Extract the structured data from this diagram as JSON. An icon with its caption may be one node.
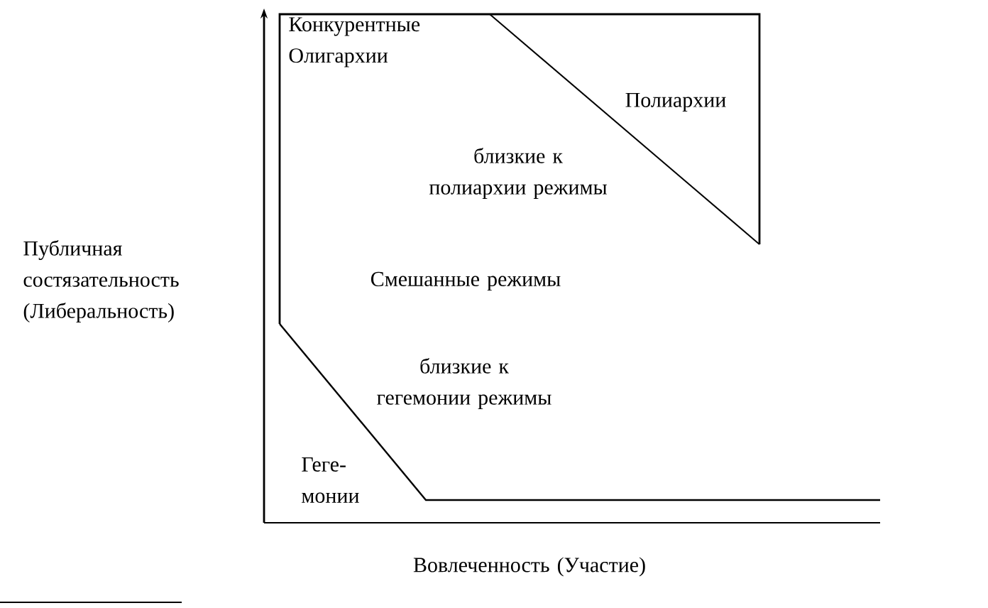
{
  "diagram": {
    "labels": [
      "Конкурентные Олигархии",
      "Полиархии",
      "близкие к полиархии режимы",
      "Публичная состязательность (Либеральность)",
      "Смешанные режимы",
      "близкие к гегемонии режимы",
      "Геге-монии",
      "Вовлеченность (Участие)"
    ]
  }
}
